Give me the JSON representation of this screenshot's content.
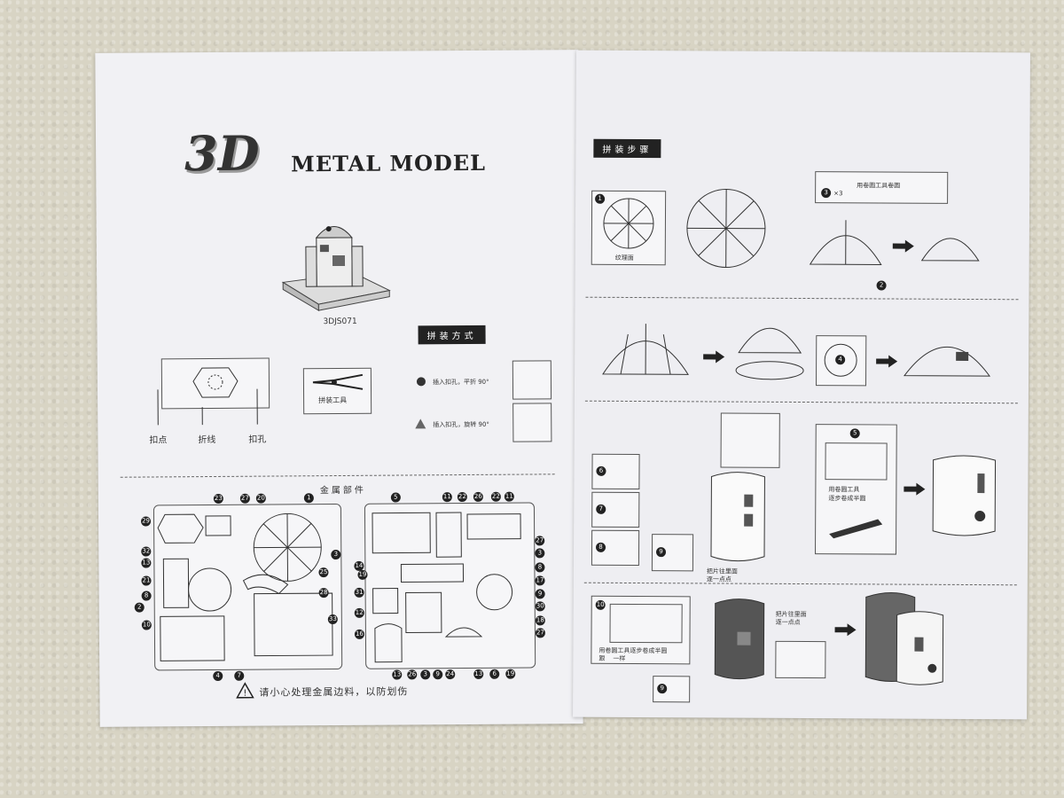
{
  "left_page": {
    "logo_3d": "3D",
    "logo_text": "METAL MODEL",
    "model_code": "3DJS071",
    "assembly_method_label": "拼装方式",
    "legend": {
      "tab_point": "扣点",
      "fold_line": "折线",
      "slot_hole": "扣孔",
      "tool_label": "拼装工具",
      "circle_instruction": "插入扣孔，平折 90°",
      "triangle_instruction": "插入扣孔，旋转 90°"
    },
    "parts_heading": "金属部件",
    "sheet_a_numbers": [
      "23",
      "27",
      "20",
      "1",
      "29",
      "3",
      "32",
      "13",
      "21",
      "8",
      "2",
      "10",
      "4",
      "7",
      "33",
      "25",
      "28"
    ],
    "sheet_b_numbers": [
      "5",
      "11",
      "22",
      "26",
      "22",
      "11",
      "27",
      "3",
      "14",
      "8",
      "17",
      "31",
      "12",
      "16",
      "9",
      "30",
      "18",
      "27",
      "19",
      "13",
      "26",
      "3",
      "9",
      "24",
      "13",
      "6",
      "19"
    ],
    "warning": "请小心处理金属边料，以防划伤"
  },
  "right_page": {
    "steps_label": "拼装步骤",
    "step1_caption": "纹理面",
    "step3_caption": "用卷圆工具卷圆",
    "multiplier": "×3",
    "step_nums": [
      "1",
      "2",
      "3",
      "4",
      "5",
      "6",
      "7",
      "8",
      "9",
      "10",
      "9"
    ],
    "step5_caption_a": "用卷圆工具",
    "step5_caption_b": "逐步卷成半圆",
    "step_bend_caption_a": "把片往里面",
    "step_bend_caption_b": "逐一点点",
    "step10_caption_a": "用卷圆工具逐步卷成半圆",
    "step10_caption_b": "跟",
    "step10_caption_c": "一样",
    "step10_side_a": "把片往里面",
    "step10_side_b": "逐一点点"
  }
}
